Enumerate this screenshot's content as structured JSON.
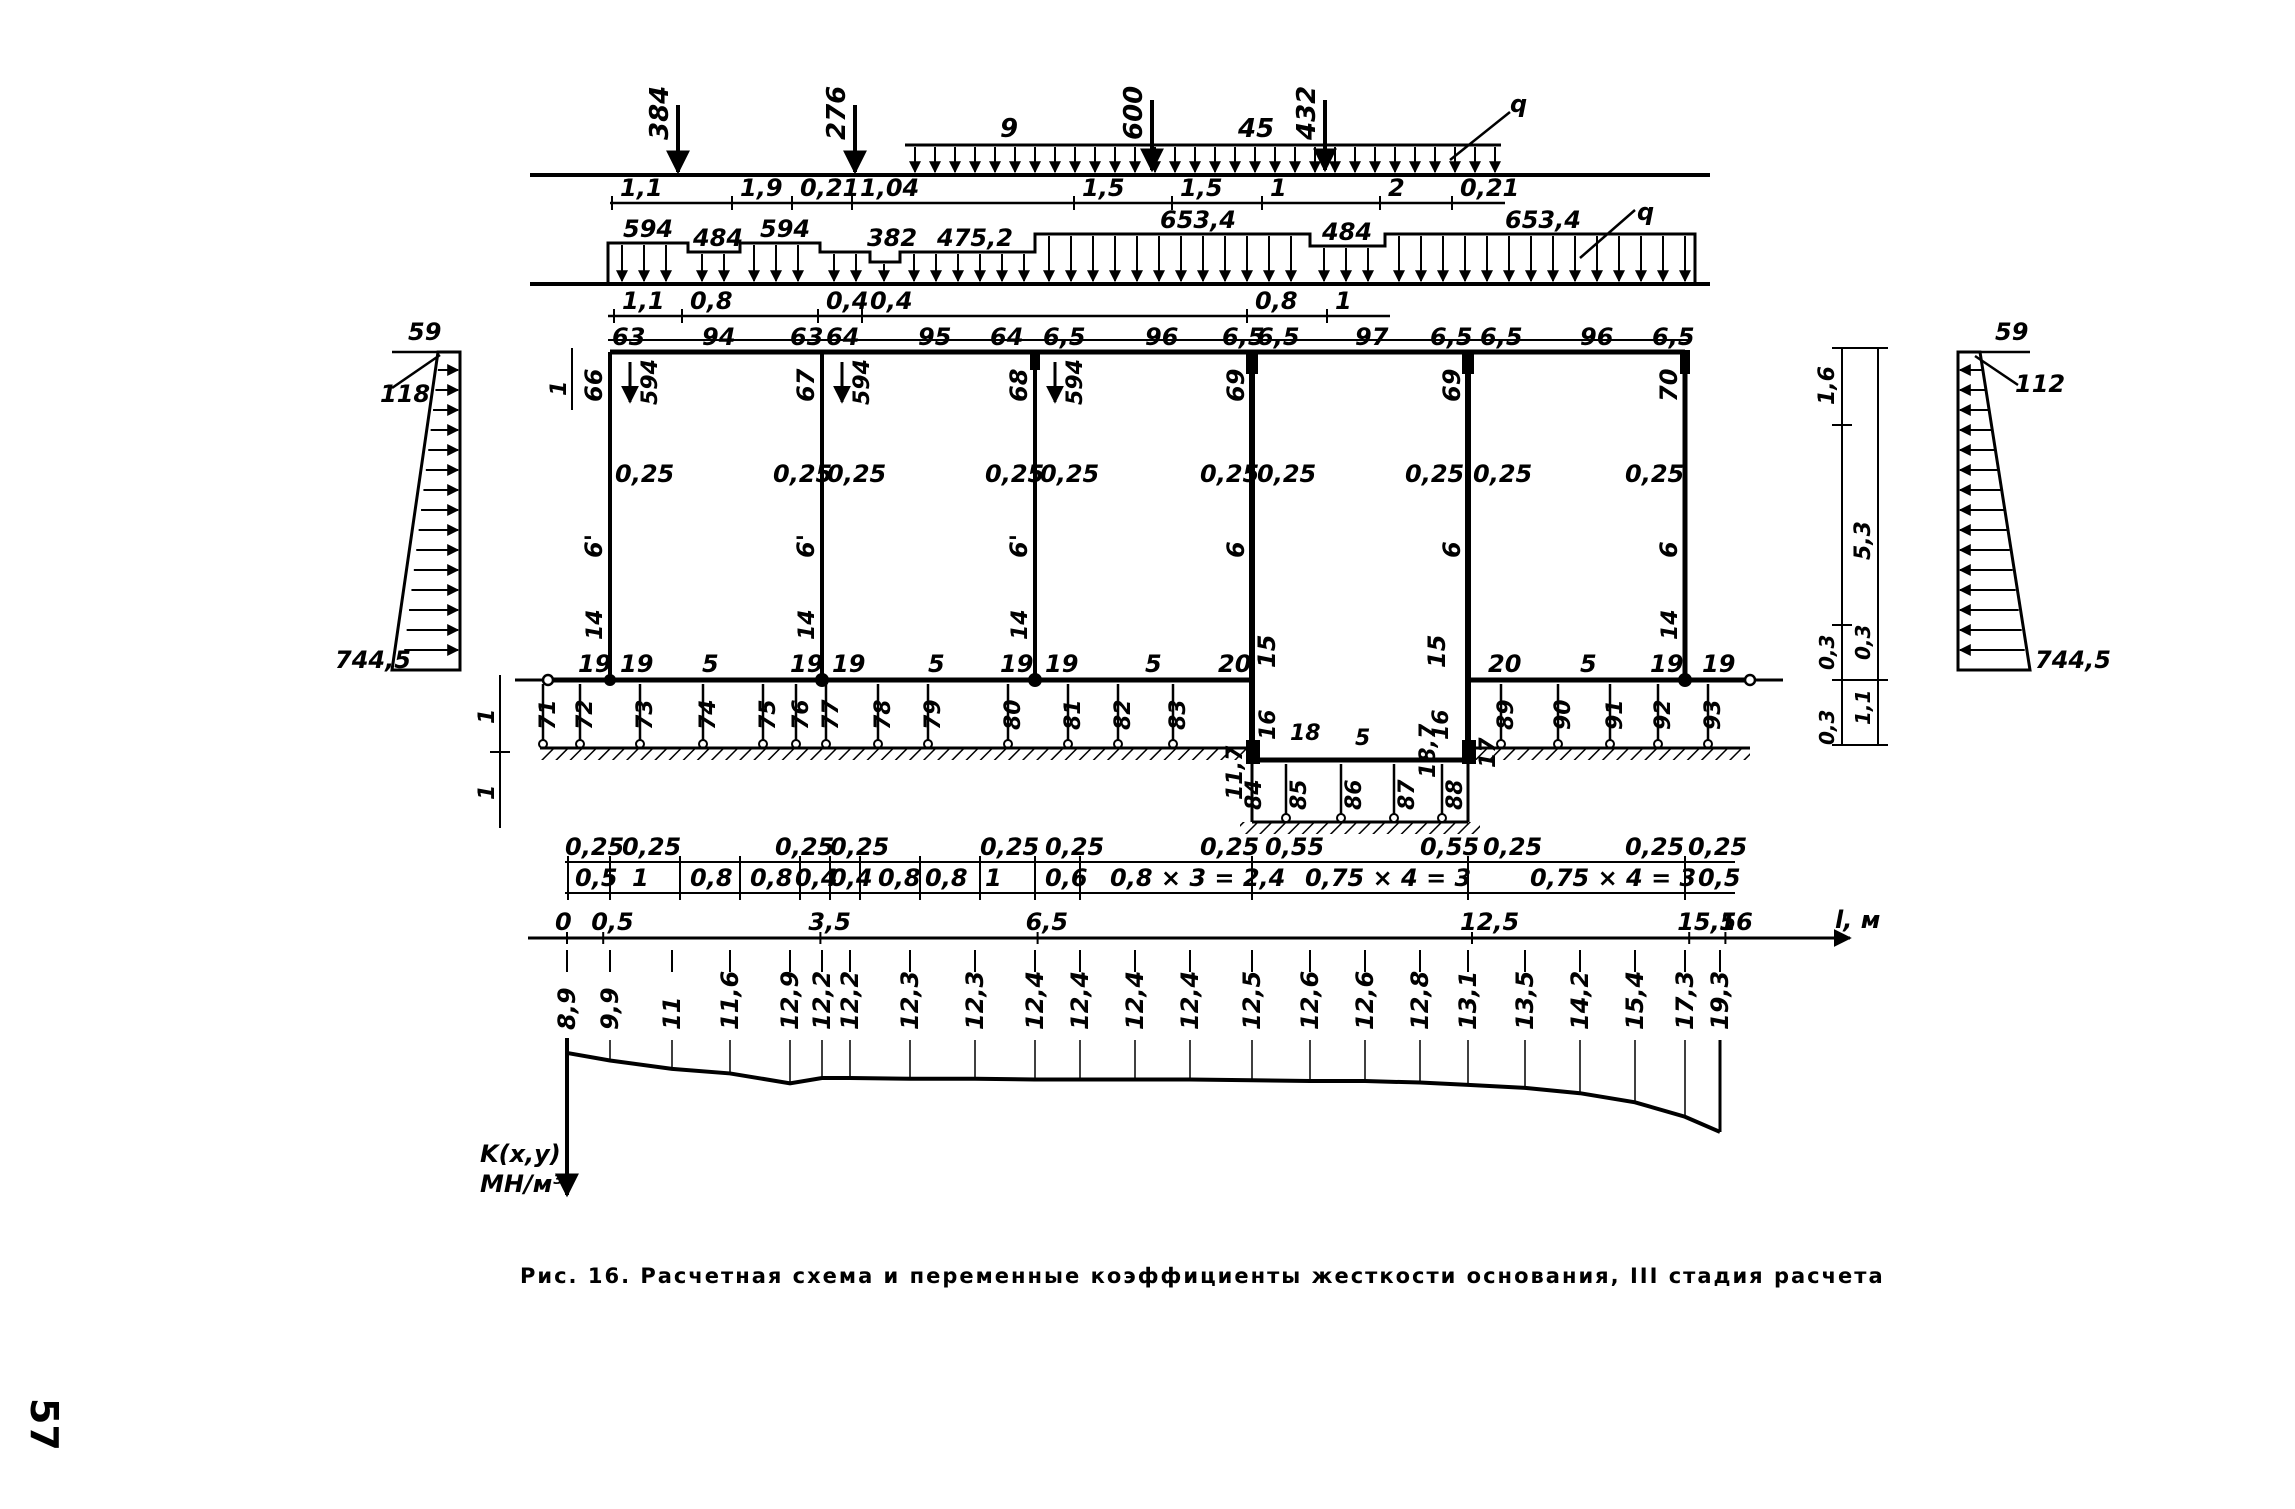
{
  "caption": "Рис. 16. Расчетная схема и переменные коэффициенты жесткости основания, III стадия расчета",
  "page_number": "57",
  "load_row_1": {
    "label": "q",
    "point_loads": [
      "384",
      "276",
      "600",
      "432"
    ],
    "distributed": [
      "9",
      "45"
    ],
    "dimensions": [
      "1,1",
      "1,9",
      "0,21",
      "1,04",
      "1,5",
      "1,5",
      "1",
      "2",
      "0,21"
    ]
  },
  "load_row_2": {
    "label": "q",
    "segments": [
      "594",
      "484",
      "594",
      "382",
      "475,2",
      "653,4",
      "484",
      "653,4"
    ],
    "dimensions": [
      "1,1",
      "0,8",
      "0,4",
      "0,4",
      "0,8",
      "1"
    ]
  },
  "earth_pressure_left": {
    "top": "59",
    "mid": "118",
    "bottom": "744,5"
  },
  "earth_pressure_right": {
    "top": "59",
    "mid": "112",
    "bottom": "744,5"
  },
  "frame": {
    "top_labels": [
      "63",
      "94",
      "63",
      "64",
      "95",
      "64",
      "6,5",
      "96",
      "6,5",
      "6,5",
      "97",
      "6,5",
      "6,5",
      "96",
      "6,5"
    ],
    "column_top_ids": [
      "66",
      "67",
      "68",
      "69",
      "69",
      "70"
    ],
    "column_loads": [
      "594",
      "594",
      "594"
    ],
    "column_spans": [
      "0,25",
      "0,25",
      "0,25",
      "0,25",
      "0,25",
      "0,25",
      "0,25",
      "0,25",
      "0,25",
      "0,25"
    ],
    "column_mid_ids": [
      "6'",
      "6'",
      "6'",
      "6",
      "6",
      "6"
    ],
    "column_base_ids": [
      "14",
      "14",
      "14",
      "14"
    ],
    "base_labels": [
      "19",
      "19",
      "5",
      "19",
      "19",
      "5",
      "19",
      "19",
      "5",
      "20",
      "15",
      "15",
      "20",
      "5",
      "19",
      "19"
    ],
    "pit_labels": [
      "16",
      "16",
      "11,7",
      "18",
      "5",
      "18,7",
      "17"
    ],
    "spring_ids": [
      "71",
      "72",
      "73",
      "74",
      "75",
      "76",
      "77",
      "78",
      "79",
      "80",
      "81",
      "82",
      "83",
      "89",
      "90",
      "91",
      "92",
      "93"
    ],
    "pit_spring_ids": [
      "84",
      "85",
      "86",
      "87",
      "88"
    ],
    "left_height": "1",
    "left_depth_1": "1",
    "left_depth_2": "1",
    "right_dims": [
      "1,6",
      "5,3",
      "0,3",
      "0,3",
      "0,3",
      "1,1"
    ]
  },
  "dim_row_a": [
    "0,25",
    "0,25",
    "0,25",
    "0,25",
    "0,25",
    "0,25",
    "0,25",
    "0,55",
    "0,55",
    "0,25",
    "0,25",
    "0,25"
  ],
  "dim_row_b": [
    "0,5",
    "1",
    "0,8",
    "0,8",
    "0,4",
    "0,4",
    "0,8",
    "0,8",
    "1",
    "0,6",
    "0,8 × 3 = 2,4",
    "0,75 × 4 = 3",
    "0,75 × 4 = 3",
    "0,5"
  ],
  "axis": {
    "label": "l, м",
    "ticks": [
      "0",
      "0,5",
      "3,5",
      "6,5",
      "12,5",
      "15,5",
      "16"
    ]
  },
  "stiffness": {
    "axis_label_1": "K(x,y)",
    "axis_label_2": "MH/м³",
    "values": [
      "8,9",
      "9,9",
      "11",
      "11,6",
      "12,9",
      "12,2",
      "12,2",
      "12,3",
      "12,3",
      "12,4",
      "12,4",
      "12,4",
      "12,4",
      "12,5",
      "12,6",
      "12,6",
      "12,8",
      "13,1",
      "13,5",
      "14,2",
      "15,4",
      "17,3",
      "19,3"
    ]
  },
  "chart_data": {
    "type": "area",
    "title": "",
    "xlabel": "l, м",
    "ylabel": "K(x,y) MH/м³",
    "x_ticks": [
      "0",
      "0,5",
      "3,5",
      "6,5",
      "12,5",
      "15,5",
      "16"
    ],
    "series": [
      {
        "values": [
          8.9,
          9.9,
          11,
          11.6,
          12.9,
          12.2,
          12.2,
          12.3,
          12.3,
          12.4,
          12.4,
          12.4,
          12.4,
          12.5,
          12.6,
          12.6,
          12.8,
          13.1,
          13.5,
          14.2,
          15.4,
          17.3,
          19.3
        ]
      }
    ]
  }
}
